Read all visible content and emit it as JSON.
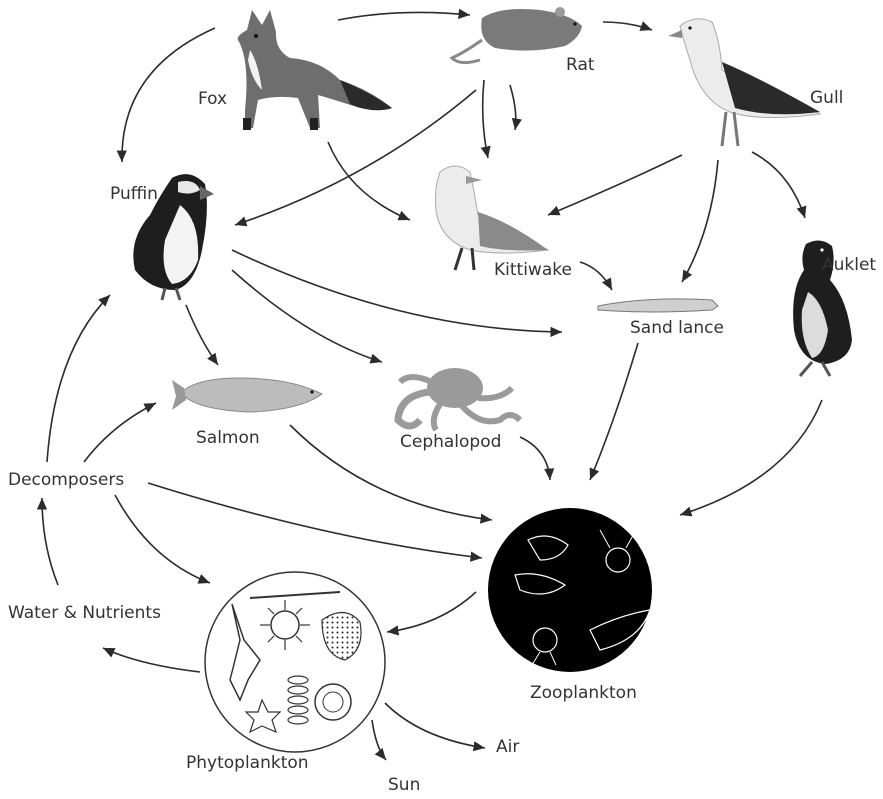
{
  "diagram": {
    "nodes": {
      "fox": {
        "label": "Fox",
        "icon": "fox-icon"
      },
      "rat": {
        "label": "Rat",
        "icon": "rat-icon"
      },
      "gull": {
        "label": "Gull",
        "icon": "gull-icon"
      },
      "puffin": {
        "label": "Puffin",
        "icon": "puffin-icon"
      },
      "kittiwake": {
        "label": "Kittiwake",
        "icon": "kittiwake-icon"
      },
      "auklet": {
        "label": "Auklet",
        "icon": "auklet-icon"
      },
      "sand_lance": {
        "label": "Sand lance",
        "icon": "sand-lance-icon"
      },
      "salmon": {
        "label": "Salmon",
        "icon": "salmon-icon"
      },
      "cephalopod": {
        "label": "Cephalopod",
        "icon": "octopus-icon"
      },
      "decomposers": {
        "label": "Decomposers"
      },
      "water_nutrients": {
        "label": "Water & Nutrients"
      },
      "zooplankton": {
        "label": "Zooplankton",
        "icon": "zooplankton-icon"
      },
      "phytoplankton": {
        "label": "Phytoplankton",
        "icon": "phytoplankton-icon"
      },
      "air": {
        "label": "Air"
      },
      "sun": {
        "label": "Sun"
      }
    },
    "colors": {
      "arrow": "#2b2b2b",
      "label": "#333333",
      "zooplankton_bg": "#000000"
    }
  }
}
